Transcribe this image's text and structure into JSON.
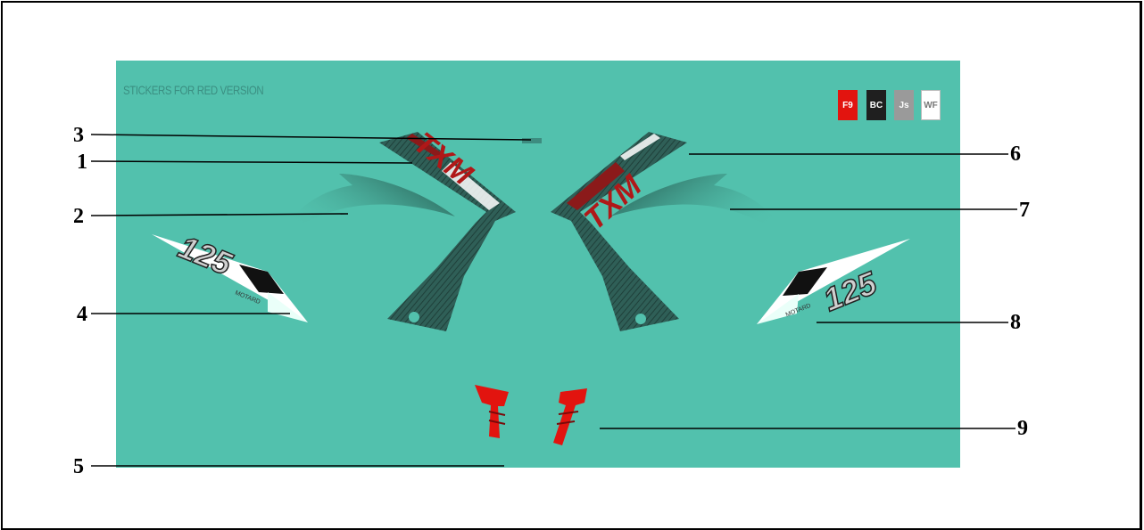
{
  "sheet": {
    "title": "STICKERS FOR RED VERSION",
    "bg_color": "#52c1ad"
  },
  "swatches": [
    {
      "code": "F9",
      "color": "#e2140f"
    },
    {
      "code": "BC",
      "color": "#1f1f1f"
    },
    {
      "code": "Js",
      "color": "#9a9a9a"
    },
    {
      "code": "WF",
      "color": "#ffffff"
    }
  ],
  "callouts": {
    "n1": "1",
    "n2": "2",
    "n3": "3",
    "n4": "4",
    "n5": "5",
    "n6": "6",
    "n7": "7",
    "n8": "8",
    "n9": "9"
  },
  "decal_text": {
    "logo_left": "TXM",
    "logo_right": "TXM",
    "number_left": "125",
    "number_right": "125",
    "brand_small_left": "MOTARD",
    "brand_small_right": "MOTARD"
  }
}
